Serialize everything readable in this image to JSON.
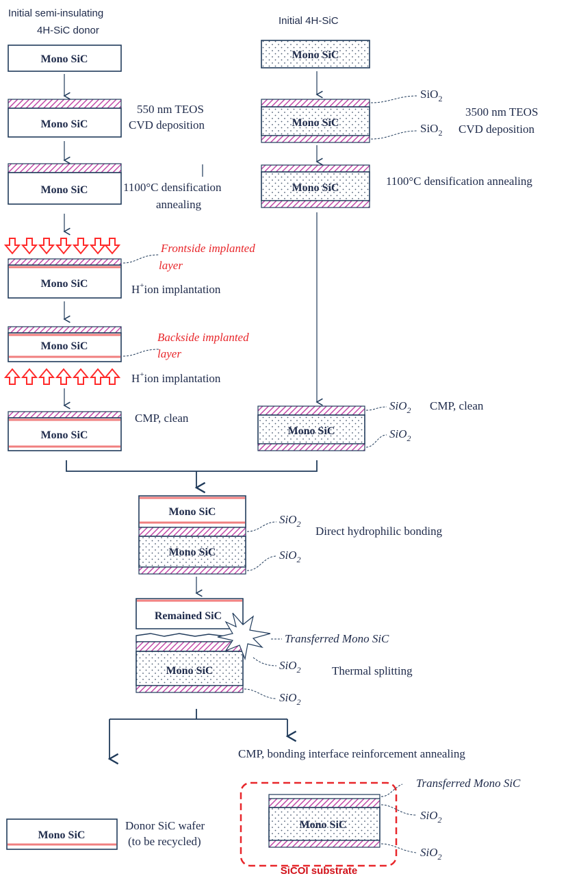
{
  "colors": {
    "navy": "#1f3a5a",
    "oxide": "#c24aa8",
    "implant": "#f07f7f",
    "arrow_red": "#ff2a2a",
    "sicoi_red": "#e8262a"
  },
  "labels": {
    "donor_title_1": "Initial semi-insulating",
    "donor_title_2": "4H-SiC donor",
    "handle_title": "Initial 4H-SiC",
    "mono": "Mono SiC",
    "remained": "Remained SiC",
    "teos550_1": "550 nm TEOS",
    "teos550_2": "CVD deposition",
    "teos3500_1": "3500 nm TEOS",
    "teos3500_2": "CVD deposition",
    "dens_left_1": "1100°C densification",
    "dens_left_2": "annealing",
    "dens_right": "1100°C densification annealing",
    "frontside_1": "Frontside implanted",
    "frontside_2": "layer",
    "backside_1": "Backside implanted",
    "backside_2": "layer",
    "h_ion": "ion implantation",
    "cmp_clean": "CMP, clean",
    "sio2": "SiO",
    "sio2_sub": "2",
    "bonding": "Direct hydrophilic bonding",
    "transferred": "Transferred Mono SiC",
    "thermal": "Thermal splitting",
    "cmp_reinforce": "CMP, bonding interface reinforcement annealing",
    "donor_recycle_1": "Donor SiC wafer",
    "donor_recycle_2": "(to be recycled)",
    "sicoi": "SiCOI substrate"
  }
}
